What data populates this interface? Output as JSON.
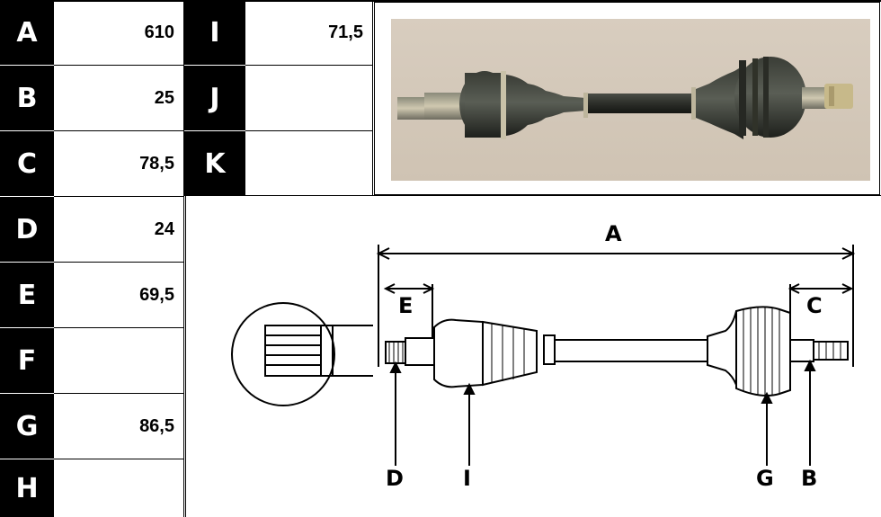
{
  "spec_table": {
    "left": [
      {
        "key": "A",
        "value": "610"
      },
      {
        "key": "B",
        "value": "25"
      },
      {
        "key": "C",
        "value": "78,5"
      },
      {
        "key": "D",
        "value": "24"
      },
      {
        "key": "E",
        "value": "69,5"
      },
      {
        "key": "F",
        "value": ""
      },
      {
        "key": "G",
        "value": "86,5"
      },
      {
        "key": "H",
        "value": ""
      }
    ],
    "right": [
      {
        "key": "I",
        "value": "71,5"
      },
      {
        "key": "J",
        "value": ""
      },
      {
        "key": "K",
        "value": ""
      }
    ]
  },
  "diagram": {
    "label_a": "A",
    "label_b": "B",
    "label_c": "C",
    "label_d": "D",
    "label_e": "E",
    "label_g": "G",
    "label_i": "I"
  }
}
